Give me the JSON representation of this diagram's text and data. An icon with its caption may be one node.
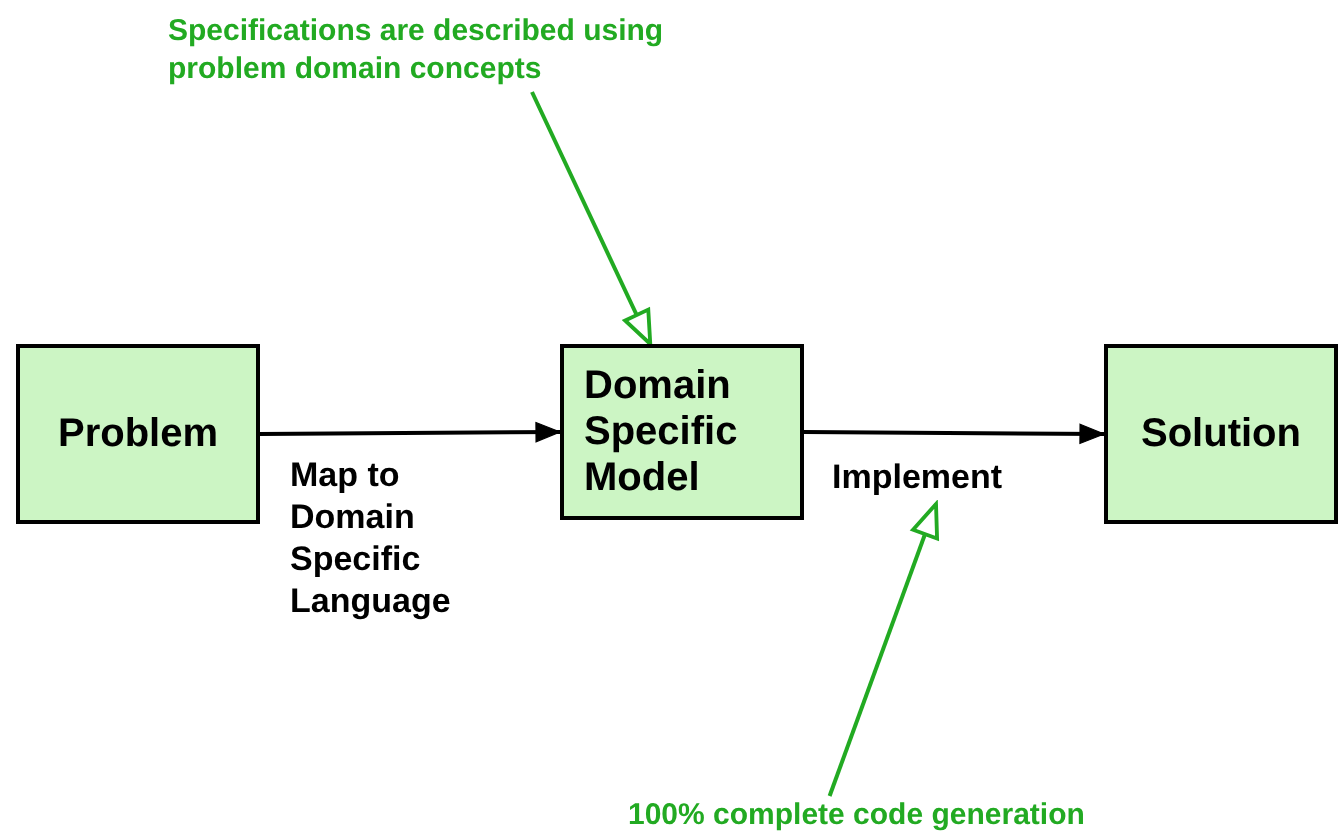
{
  "diagram": {
    "nodes": [
      {
        "text": [
          "Problem"
        ]
      },
      {
        "text": [
          "Domain Specific Model"
        ]
      },
      {
        "text": [
          "Solution"
        ]
      },
      {
        "text": [
          "Specifications are described using problem domain concepts"
        ]
      },
      {
        "text": [
          "100% complete code generation"
        ]
      }
    ],
    "edges": [
      {
        "from": 0,
        "to": 1,
        "arrow": "to",
        "label": "Map to Domain Specific Language"
      },
      {
        "from": 1,
        "to": 2,
        "arrow": "to",
        "label": "Implement"
      },
      {
        "from": 3,
        "to": 1,
        "arrow": "to",
        "color": "#22aa22"
      },
      {
        "from": 4,
        "to": null,
        "arrow": "to",
        "color": "#22aa22"
      }
    ]
  }
}
